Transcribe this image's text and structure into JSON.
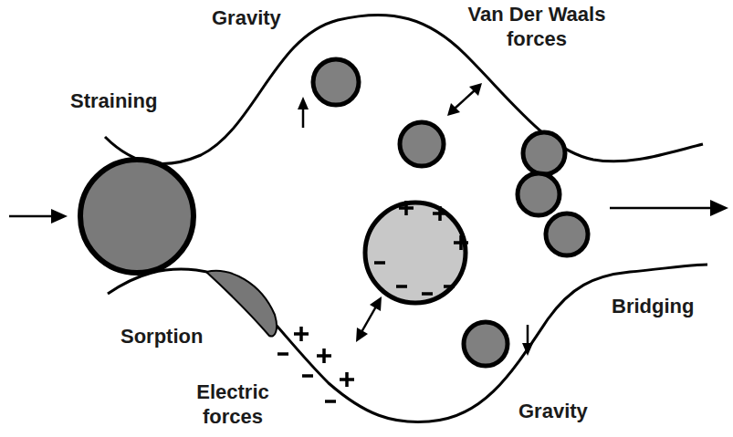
{
  "diagram": {
    "labels": [
      "Gravity",
      "Van Der Waals forces",
      "Straining",
      "Bridging",
      "Sorption",
      "Electric forces",
      "Gravity"
    ]
  }
}
